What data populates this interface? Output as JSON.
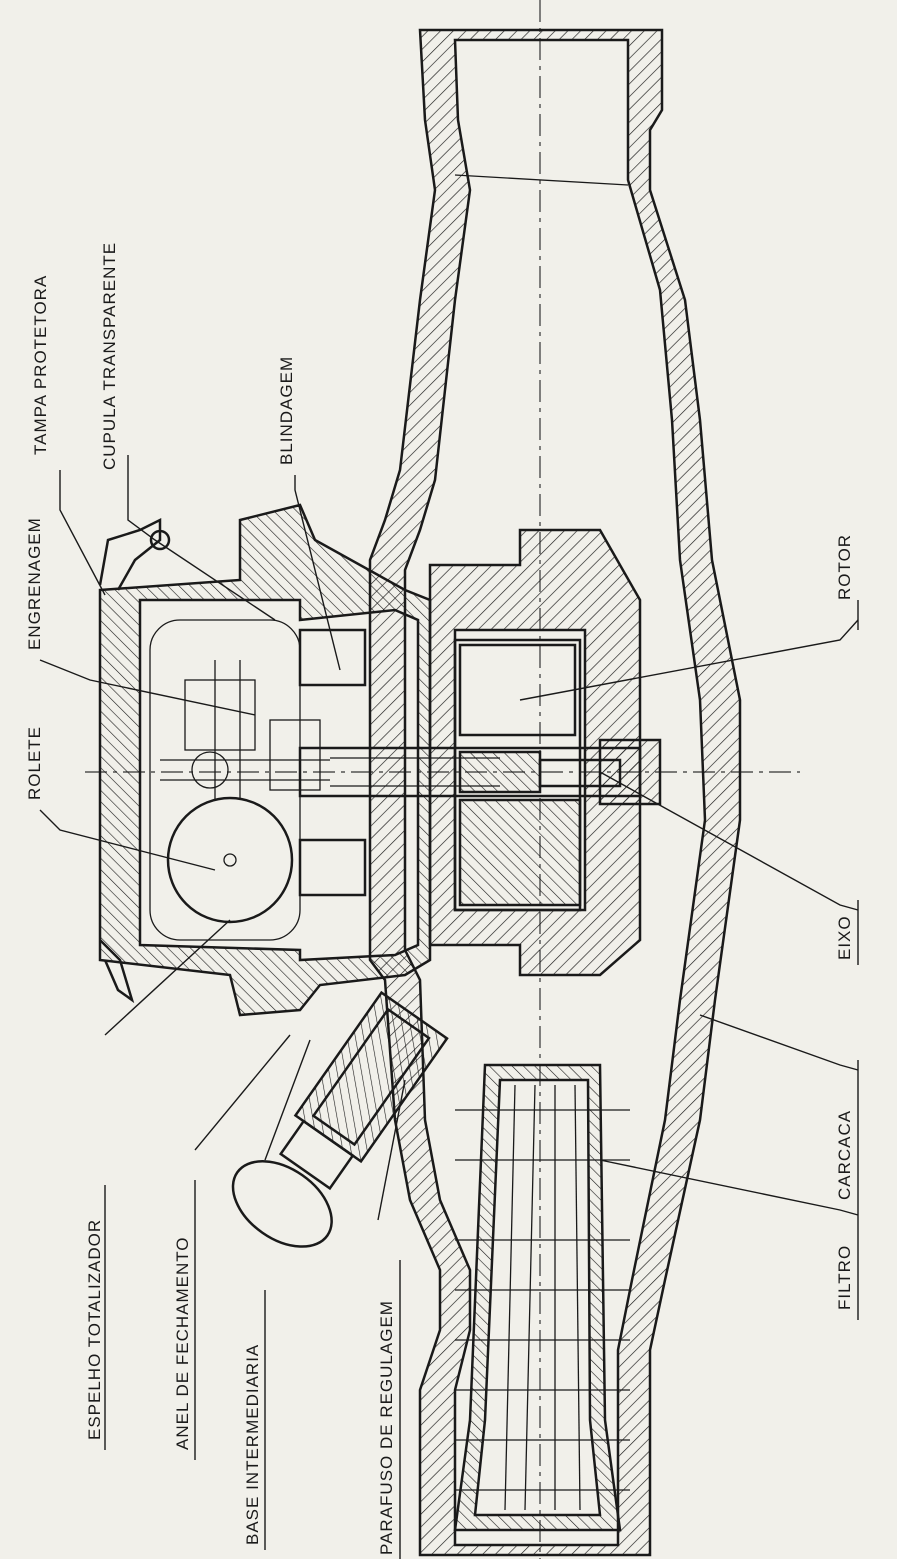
{
  "labels": {
    "tampa_protetora": "TAMPA PROTETORA",
    "cupula_transparente": "CUPULA TRANSPARENTE",
    "blindagem": "BLINDAGEM",
    "engrenagem": "ENGRENAGEM",
    "rolete": "ROLETE",
    "rotor": "ROTOR",
    "eixo": "EIXO",
    "carcaca": "CARCACA",
    "filtro": "FILTRO",
    "espelho_totalizador": "ESPELHO TOTALIZADOR",
    "anel_de_fechamento": "ANEL DE FECHAMENTO",
    "base_intermediaria": "BASE INTERMEDIARIA",
    "parafuso_de_regulagem": "PARAFUSO DE REGULAGEM"
  },
  "colors": {
    "paper": "#f1f0ea",
    "ink": "#1a1a1a"
  }
}
